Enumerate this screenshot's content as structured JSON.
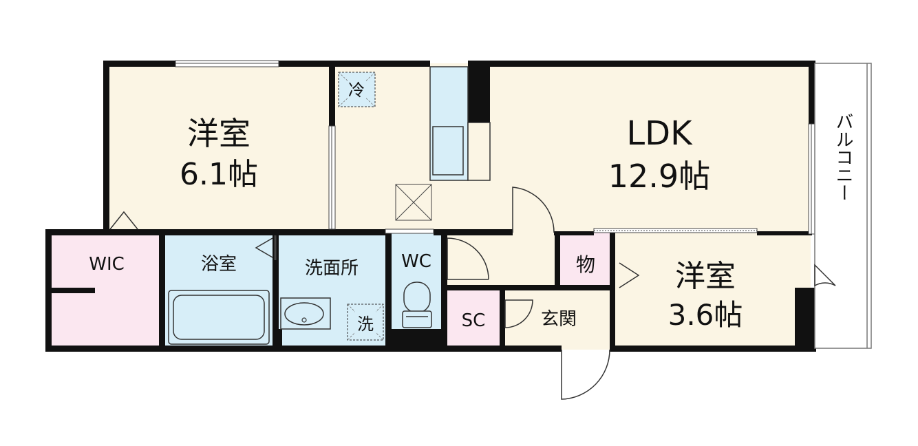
{
  "rooms": {
    "western_room_1": {
      "name": "洋室",
      "size": "6.1帖"
    },
    "ldk": {
      "name": "LDK",
      "size": "12.9帖"
    },
    "western_room_2": {
      "name": "洋室",
      "size": "3.6帖"
    },
    "wic": "WIC",
    "bathroom": "浴室",
    "washroom": "洗面所",
    "wc": "WC",
    "storage": "物",
    "shoe_closet": "SC",
    "entrance": "玄関",
    "balcony": "バルコニー"
  },
  "fixtures": {
    "refrigerator": "冷",
    "washing_machine": "洗"
  },
  "colors": {
    "room_cream": "#fbf5e4",
    "wic_pink": "#fbe7f0",
    "water_blue": "#d7eef8",
    "wall": "#111111"
  }
}
